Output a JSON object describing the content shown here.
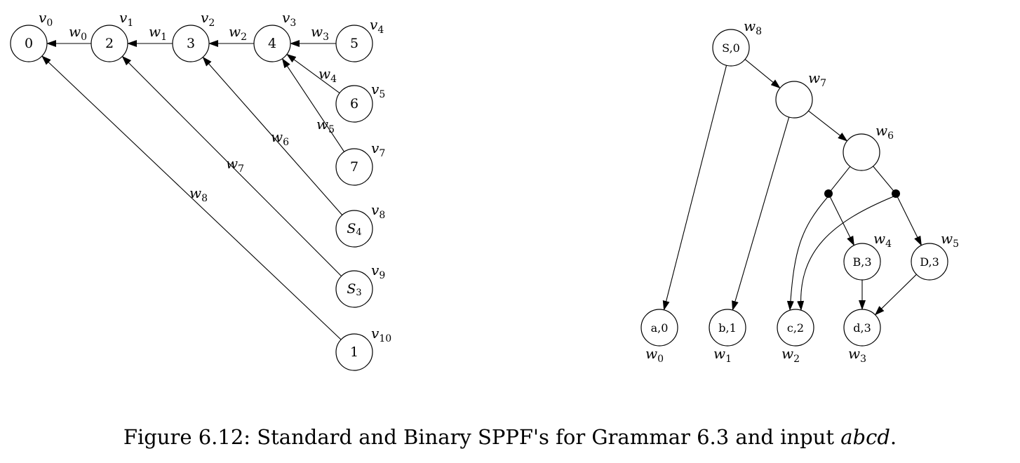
{
  "caption": {
    "text": "Figure 6.12: Standard and Binary SPPF's for Grammar 6.3 and input ",
    "input": "abcd",
    "end": "."
  },
  "standard_sppf": {
    "nodes": [
      {
        "id": "n0",
        "label": "0",
        "ann": {
          "var": "v",
          "sub": "0"
        }
      },
      {
        "id": "n2",
        "label": "2",
        "ann": {
          "var": "v",
          "sub": "1"
        }
      },
      {
        "id": "n3",
        "label": "3",
        "ann": {
          "var": "v",
          "sub": "2"
        }
      },
      {
        "id": "n4",
        "label": "4",
        "ann": {
          "var": "v",
          "sub": "3"
        }
      },
      {
        "id": "n5",
        "label": "5",
        "ann": {
          "var": "v",
          "sub": "4"
        }
      },
      {
        "id": "n6",
        "label": "6",
        "ann": {
          "var": "v",
          "sub": "5"
        }
      },
      {
        "id": "n7",
        "label": "7",
        "ann": {
          "var": "v",
          "sub": "7"
        }
      },
      {
        "id": "nS4",
        "label": "S",
        "label_sub": "4",
        "ann": {
          "var": "v",
          "sub": "8"
        }
      },
      {
        "id": "nS3",
        "label": "S",
        "label_sub": "3",
        "ann": {
          "var": "v",
          "sub": "9"
        }
      },
      {
        "id": "n1",
        "label": "1",
        "ann": {
          "var": "v",
          "sub": "10"
        }
      }
    ],
    "edges": [
      {
        "from": "n2",
        "to": "n0",
        "label": {
          "var": "w",
          "sub": "0"
        }
      },
      {
        "from": "n3",
        "to": "n2",
        "label": {
          "var": "w",
          "sub": "1"
        }
      },
      {
        "from": "n4",
        "to": "n3",
        "label": {
          "var": "w",
          "sub": "2"
        }
      },
      {
        "from": "n5",
        "to": "n4",
        "label": {
          "var": "w",
          "sub": "3"
        }
      },
      {
        "from": "n6",
        "to": "n4",
        "label": {
          "var": "w",
          "sub": "4"
        }
      },
      {
        "from": "n7",
        "to": "n4",
        "label": {
          "var": "w",
          "sub": "5"
        }
      },
      {
        "from": "nS4",
        "to": "n3",
        "label": {
          "var": "w",
          "sub": "6"
        }
      },
      {
        "from": "nS3",
        "to": "n2",
        "label": {
          "var": "w",
          "sub": "7"
        }
      },
      {
        "from": "n1",
        "to": "n0",
        "label": {
          "var": "w",
          "sub": "8"
        }
      }
    ]
  },
  "binary_sppf": {
    "nodes": [
      {
        "id": "S0",
        "label": "S,0",
        "ann": {
          "var": "w",
          "sub": "8"
        }
      },
      {
        "id": "X7",
        "label": "",
        "ann": {
          "var": "w",
          "sub": "7"
        }
      },
      {
        "id": "X6",
        "label": "",
        "ann": {
          "var": "w",
          "sub": "6"
        }
      },
      {
        "id": "B3",
        "label": "B,3",
        "ann": {
          "var": "w",
          "sub": "4"
        }
      },
      {
        "id": "D3",
        "label": "D,3",
        "ann": {
          "var": "w",
          "sub": "5"
        }
      },
      {
        "id": "a0",
        "label": "a,0",
        "ann": {
          "var": "w",
          "sub": "0"
        }
      },
      {
        "id": "b1",
        "label": "b,1",
        "ann": {
          "var": "w",
          "sub": "1"
        }
      },
      {
        "id": "c2",
        "label": "c,2",
        "ann": {
          "var": "w",
          "sub": "2"
        }
      },
      {
        "id": "d3",
        "label": "d,3",
        "ann": {
          "var": "w",
          "sub": "3"
        }
      }
    ],
    "packed": [
      "p1",
      "p2"
    ],
    "edges": [
      {
        "from": "S0",
        "to": "a0"
      },
      {
        "from": "S0",
        "to": "X7"
      },
      {
        "from": "X7",
        "to": "b1"
      },
      {
        "from": "X7",
        "to": "X6"
      },
      {
        "from": "X6",
        "to": "p1",
        "arrow": false
      },
      {
        "from": "X6",
        "to": "p2",
        "arrow": false
      },
      {
        "from": "p1",
        "to": "c2",
        "curve": true
      },
      {
        "from": "p1",
        "to": "B3"
      },
      {
        "from": "p2",
        "to": "c2",
        "curve": true
      },
      {
        "from": "p2",
        "to": "D3"
      },
      {
        "from": "B3",
        "to": "d3"
      },
      {
        "from": "D3",
        "to": "d3"
      }
    ]
  }
}
